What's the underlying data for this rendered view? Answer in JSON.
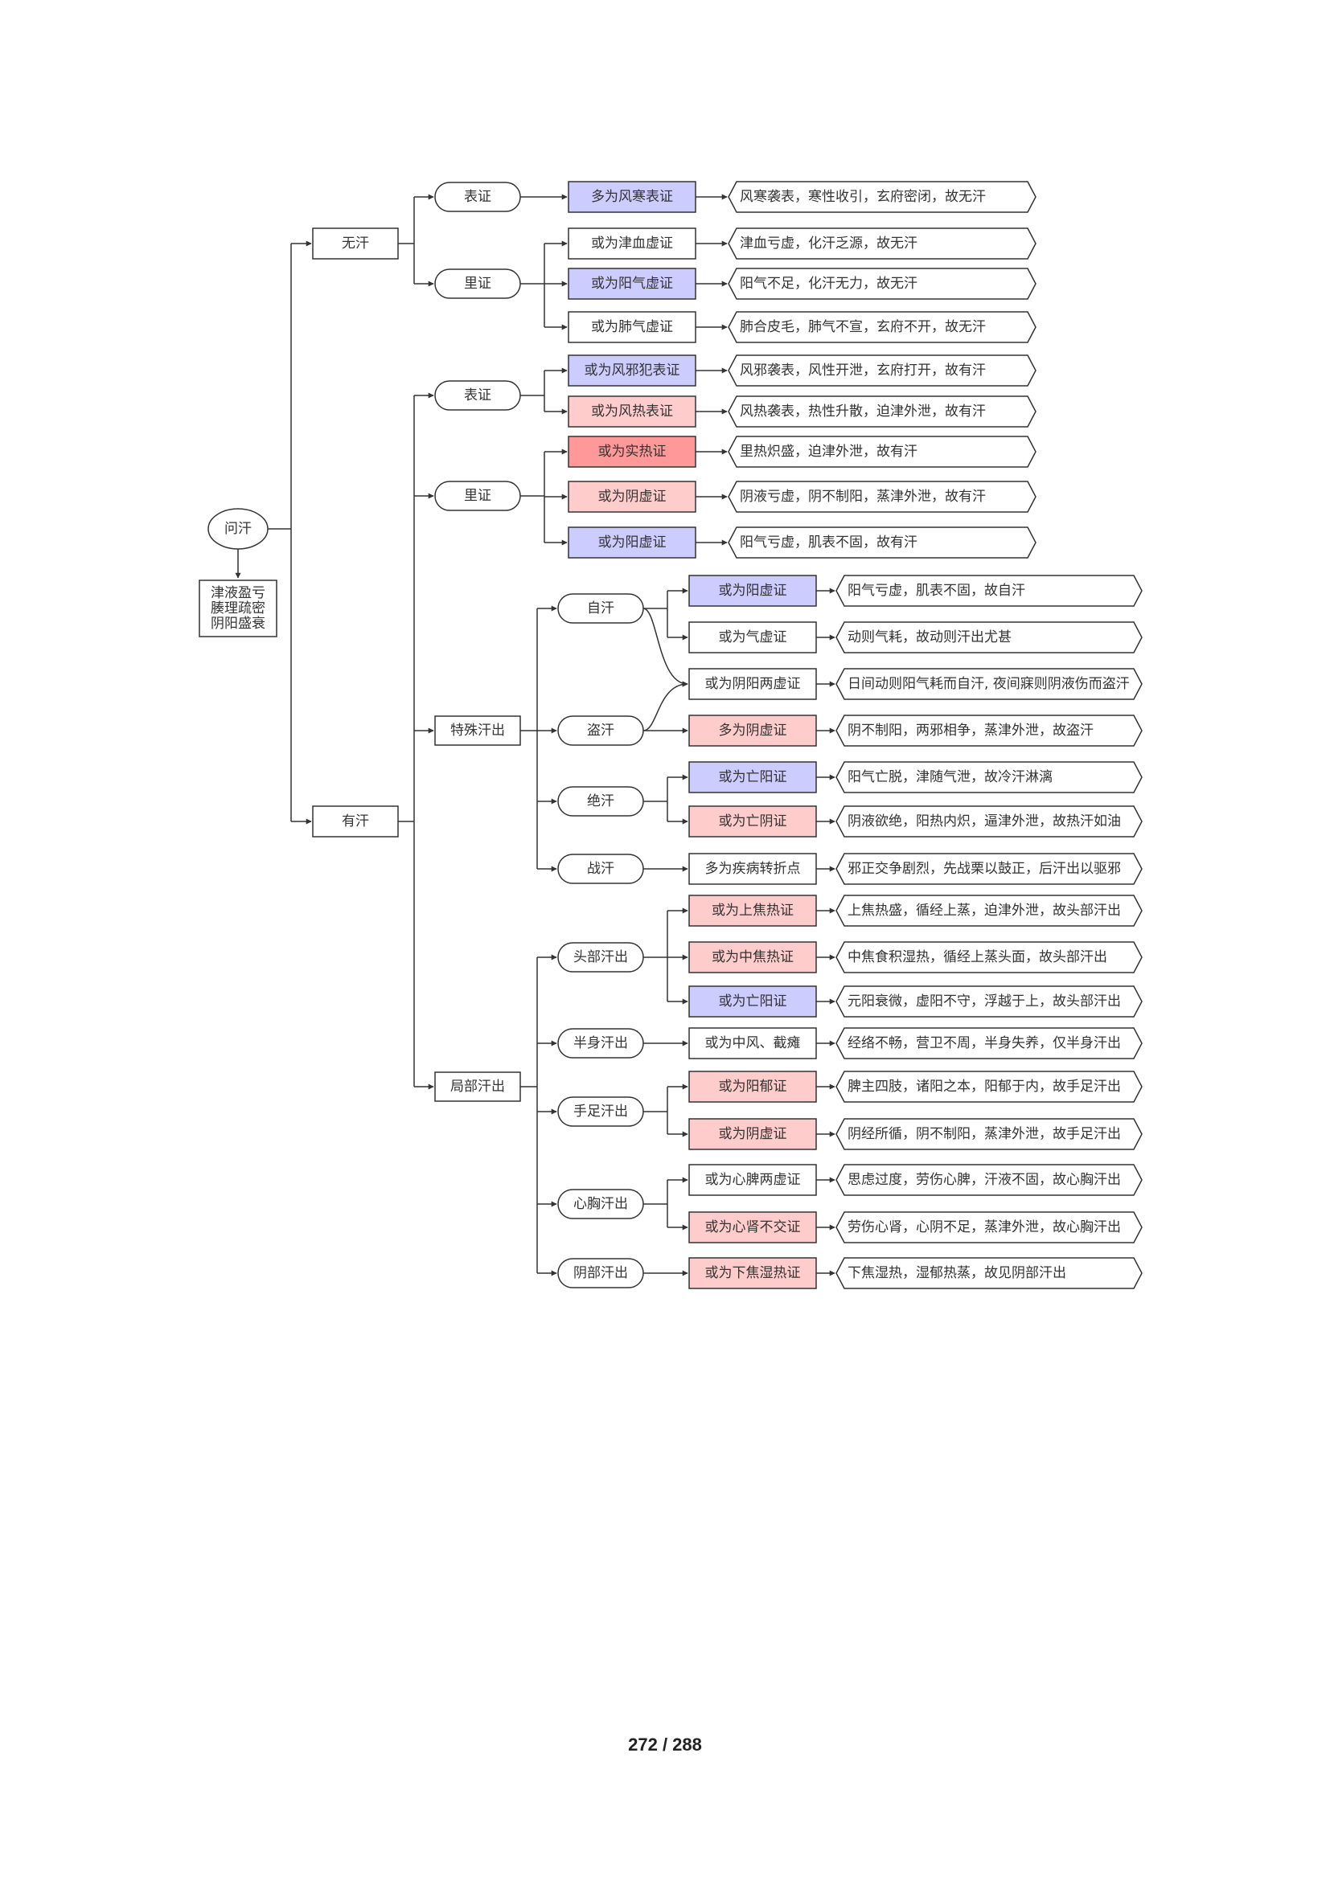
{
  "colors": {
    "blue": "#ccccff",
    "pink": "#ffcccc",
    "red": "#ff9999",
    "plain": "#ffffff",
    "line": "#333333"
  },
  "root": "问汗",
  "root_note": [
    "津液盈亏",
    "腠理疏密",
    "阴阳盛衰"
  ],
  "l1": {
    "wu": "无汗",
    "you": "有汗"
  },
  "l2": {
    "biao1": "表证",
    "li1": "里证",
    "biao2": "表证",
    "li2": "里证",
    "teshu": "特殊汗出",
    "jubu": "局部汗出"
  },
  "l3": {
    "zihan": "自汗",
    "daohan": "盗汗",
    "juehan": "绝汗",
    "zhanhan": "战汗",
    "toubu": "头部汗出",
    "banshen": "半身汗出",
    "shouzu": "手足汗出",
    "xinxiong": "心胸汗出",
    "yinbu": "阴部汗出"
  },
  "rows": [
    {
      "syndrome": "多为风寒表证",
      "color": "blue",
      "reason": "风寒袭表，寒性收引，玄府密闭，故无汗"
    },
    {
      "syndrome": "或为津血虚证",
      "color": "plain",
      "reason": "津血亏虚，化汗乏源，故无汗"
    },
    {
      "syndrome": "或为阳气虚证",
      "color": "blue",
      "reason": "阳气不足，化汗无力，故无汗"
    },
    {
      "syndrome": "或为肺气虚证",
      "color": "plain",
      "reason": "肺合皮毛，肺气不宣，玄府不开，故无汗"
    },
    {
      "syndrome": "或为风邪犯表证",
      "color": "blue",
      "reason": "风邪袭表，风性开泄，玄府打开，故有汗"
    },
    {
      "syndrome": "或为风热表证",
      "color": "pink",
      "reason": "风热袭表，热性升散，迫津外泄，故有汗"
    },
    {
      "syndrome": "或为实热证",
      "color": "red",
      "reason": "里热炽盛，迫津外泄，故有汗"
    },
    {
      "syndrome": "或为阴虚证",
      "color": "pink",
      "reason": "阴液亏虚，阴不制阳，蒸津外泄，故有汗"
    },
    {
      "syndrome": "或为阳虚证",
      "color": "blue",
      "reason": "阳气亏虚，肌表不固，故有汗"
    },
    {
      "syndrome": "或为阳虚证",
      "color": "blue",
      "reason": "阳气亏虚，肌表不固，故自汗"
    },
    {
      "syndrome": "或为气虚证",
      "color": "plain",
      "reason": "动则气耗，故动则汗出尤甚"
    },
    {
      "syndrome": "或为阴阳两虚证",
      "color": "plain",
      "reason": "日间动则阳气耗而自汗, 夜间寐则阴液伤而盗汗"
    },
    {
      "syndrome": "多为阴虚证",
      "color": "pink",
      "reason": "阴不制阳，两邪相争，蒸津外泄，故盗汗"
    },
    {
      "syndrome": "或为亡阳证",
      "color": "blue",
      "reason": "阳气亡脱，津随气泄，故冷汗淋漓"
    },
    {
      "syndrome": "或为亡阴证",
      "color": "pink",
      "reason": "阴液欲绝，阳热内炽，逼津外泄，故热汗如油"
    },
    {
      "syndrome": "多为疾病转折点",
      "color": "plain",
      "reason": "邪正交争剧烈，先战栗以鼓正，后汗出以驱邪"
    },
    {
      "syndrome": "或为上焦热证",
      "color": "pink",
      "reason": "上焦热盛，循经上蒸，迫津外泄，故头部汗出"
    },
    {
      "syndrome": "或为中焦热证",
      "color": "pink",
      "reason": "中焦食积湿热，循经上蒸头面，故头部汗出"
    },
    {
      "syndrome": "或为亡阳证",
      "color": "blue",
      "reason": "元阳衰微，虚阳不守，浮越于上，故头部汗出"
    },
    {
      "syndrome": "或为中风、截瘫",
      "color": "plain",
      "reason": "经络不畅，营卫不周，半身失养，仅半身汗出"
    },
    {
      "syndrome": "或为阳郁证",
      "color": "pink",
      "reason": "脾主四肢，诸阳之本，阳郁于内，故手足汗出"
    },
    {
      "syndrome": "或为阴虚证",
      "color": "pink",
      "reason": "阴经所循，阴不制阳，蒸津外泄，故手足汗出"
    },
    {
      "syndrome": "或为心脾两虚证",
      "color": "plain",
      "reason": "思虑过度，劳伤心脾，汗液不固，故心胸汗出"
    },
    {
      "syndrome": "或为心肾不交证",
      "color": "pink",
      "reason": "劳伤心肾，心阴不足，蒸津外泄，故心胸汗出"
    },
    {
      "syndrome": "或为下焦湿热证",
      "color": "pink",
      "reason": "下焦湿热，湿郁热蒸，故见阴部汗出"
    }
  ],
  "page_number": "272 / 288"
}
